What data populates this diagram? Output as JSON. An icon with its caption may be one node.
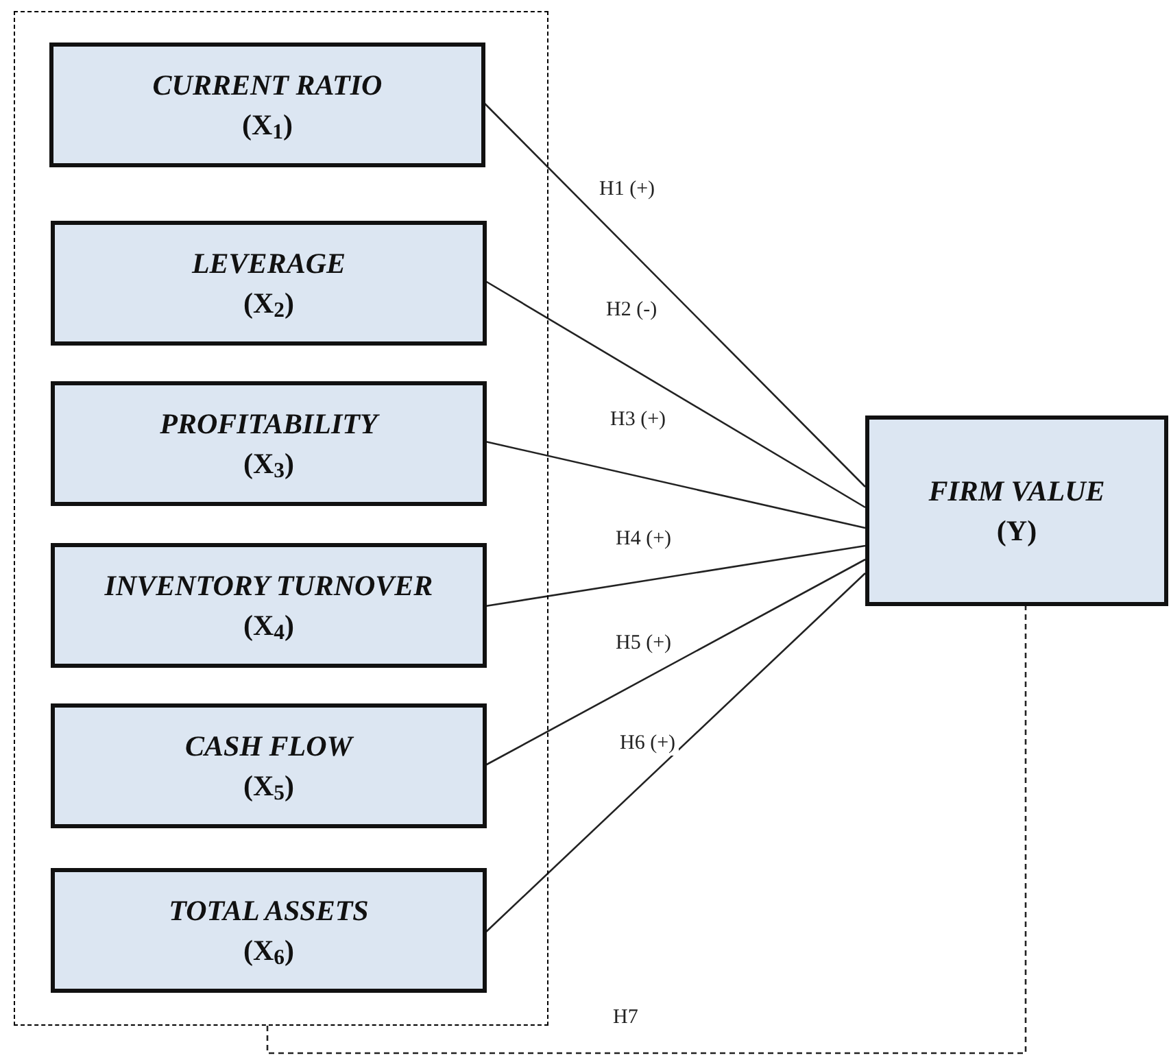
{
  "diagram": {
    "nodes": [
      {
        "text": [],
        "shape": "box"
      },
      {
        "text": [
          "CURRENT RATIO",
          "(X$_{1}$)"
        ],
        "in": 0
      },
      {
        "text": [
          "LEVERAGE",
          "(X$_{2}$)"
        ],
        "in": 0
      },
      {
        "text": [
          "PROFITABILITY",
          "(X$_{3}$)"
        ],
        "in": 0
      },
      {
        "text": [
          "INVENTORY TURNOVER",
          "(X$_{4}$)"
        ],
        "in": 0
      },
      {
        "text": [
          "CASH FLOW",
          "(X$_{5}$)"
        ],
        "in": 0
      },
      {
        "text": [
          "TOTAL ASSETS",
          "(X$_{6}$)"
        ],
        "in": 0
      },
      {
        "text": [
          "FIRM VALUE",
          "(Y)"
        ]
      }
    ],
    "edges": [
      {
        "from": 1,
        "to": 7,
        "arrow": "none",
        "label": "H1 (+)"
      },
      {
        "from": 2,
        "to": 7,
        "arrow": "none",
        "label": "H2 (-)"
      },
      {
        "from": 3,
        "to": 7,
        "arrow": "none",
        "label": "H3 (+)"
      },
      {
        "from": 4,
        "to": 7,
        "arrow": "none",
        "label": "H4 (+)"
      },
      {
        "from": 5,
        "to": 7,
        "arrow": "none",
        "label": "H5 (+)"
      },
      {
        "from": 6,
        "to": 7,
        "arrow": "none",
        "label": "H6 (+)"
      },
      {
        "from": 0,
        "to": 7,
        "arrow": "none",
        "label": "H7",
        "style": "dashed"
      }
    ]
  }
}
